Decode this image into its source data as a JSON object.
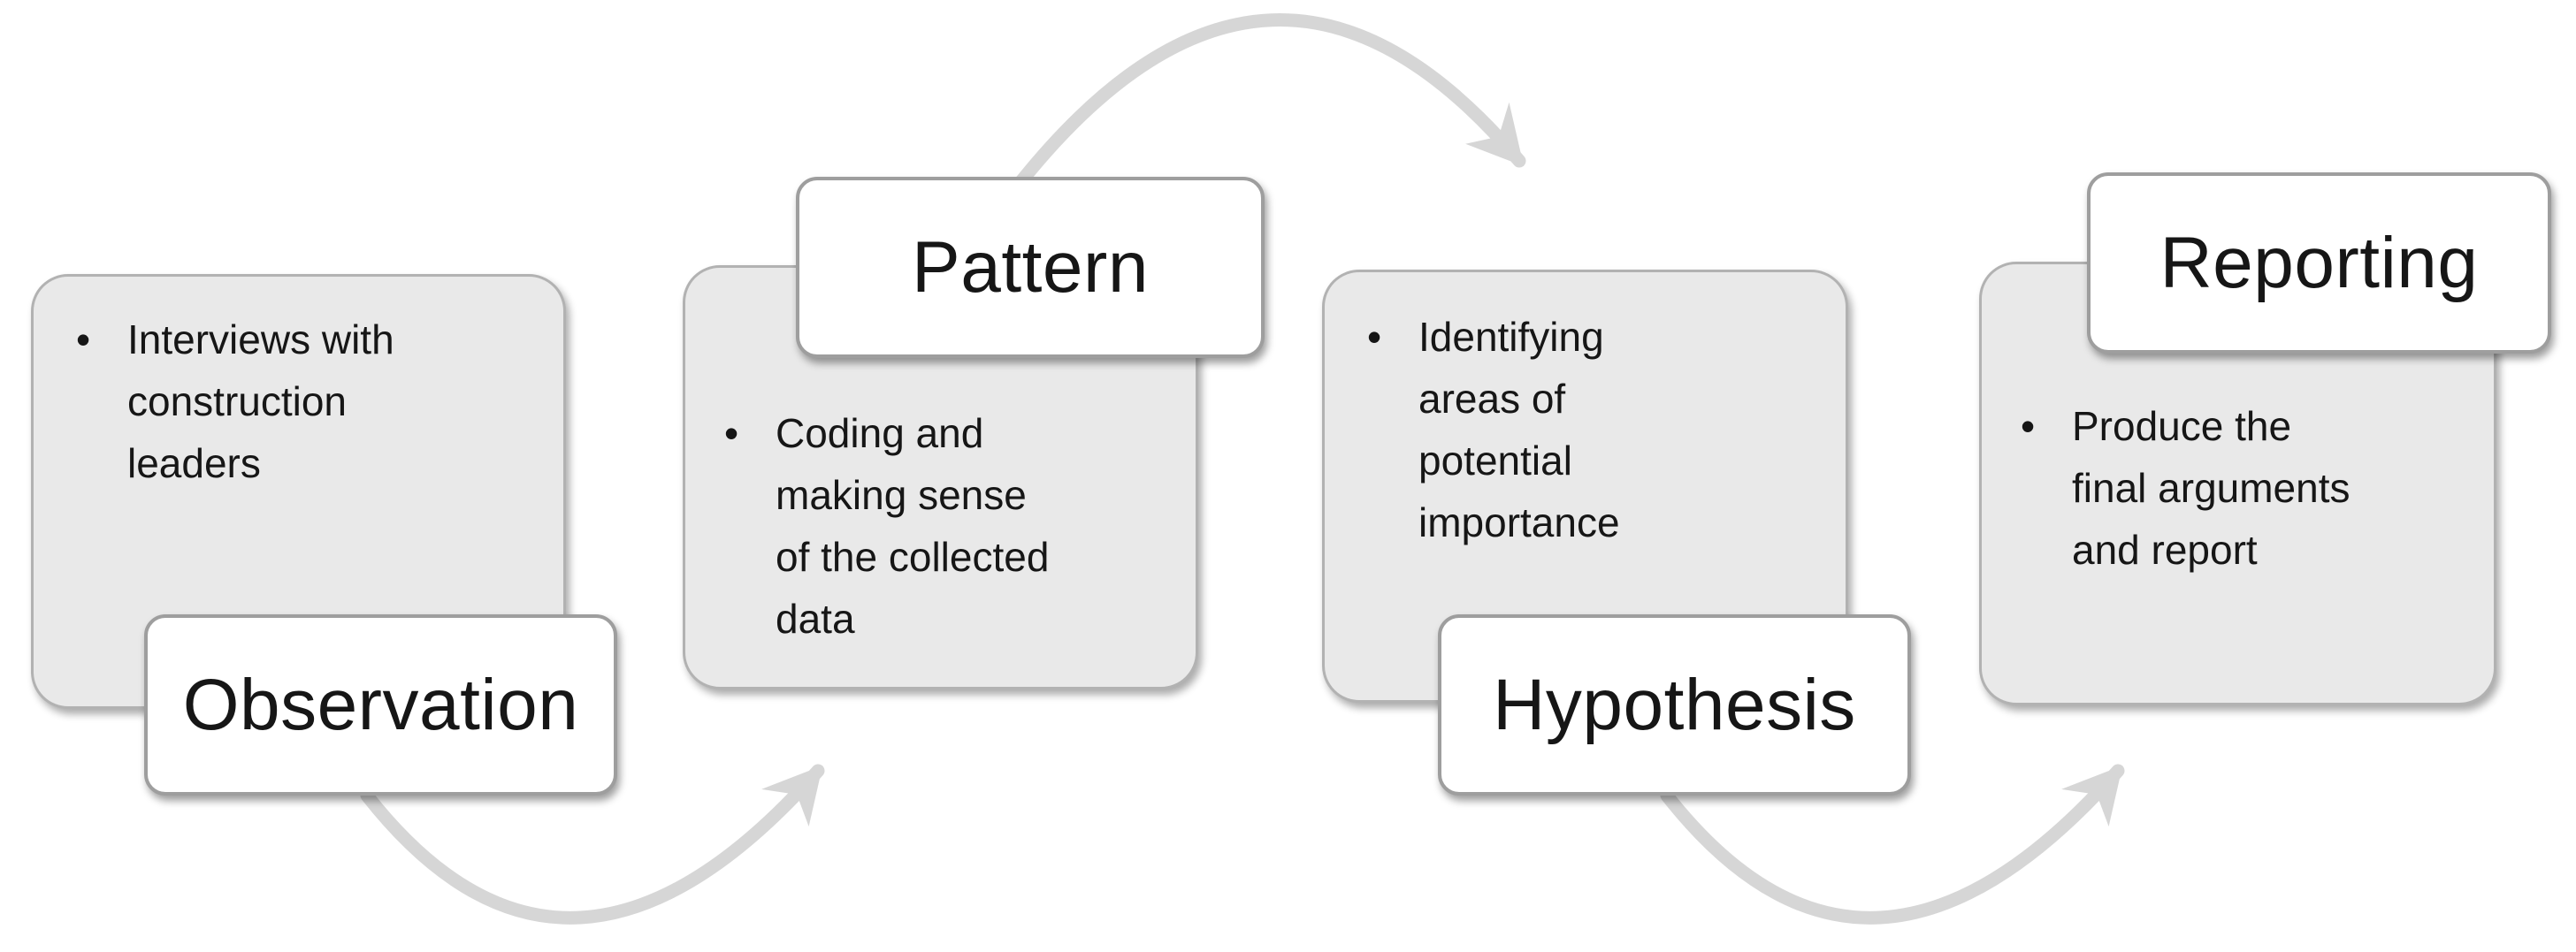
{
  "diagram": {
    "title": "research-process-cycle",
    "bullet_char": "•",
    "steps": [
      {
        "label": "Observation",
        "label_position": "bottom-left",
        "bullet_text": "Interviews with\nconstruction\nleaders"
      },
      {
        "label": "Pattern",
        "label_position": "top-right",
        "bullet_text": "Coding and\nmaking sense\nof the collected\ndata"
      },
      {
        "label": "Hypothesis",
        "label_position": "bottom-left",
        "bullet_text": "Identifying\nareas of\npotential\nimportance"
      },
      {
        "label": "Reporting",
        "label_position": "top-right",
        "bullet_text": "Produce the\nfinal arguments\nand report"
      }
    ],
    "icons": {
      "curved_arrow": "tapered-arc-with-solid-triangle-head"
    },
    "colors": {
      "box_fill": "#e9e9e9",
      "box_border": "#b2b2b2",
      "label_fill": "#ffffff",
      "label_border": "#9e9e9e",
      "arrow": "#d6d6d6",
      "text": "#161616"
    }
  }
}
